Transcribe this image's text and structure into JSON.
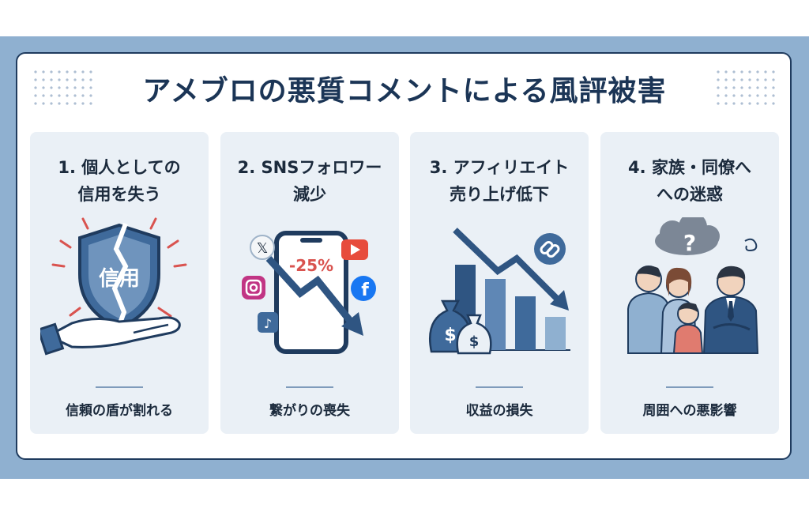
{
  "title": "アメブロの悪質コメントによる風評被害",
  "cards": [
    {
      "title": "1. 個人としての\n信用を失う",
      "shield_text": "信用",
      "caption": "信頼の盾が割れる"
    },
    {
      "title": "2. SNSフォロワー\n減少",
      "percent": "-25%",
      "caption": "繋がりの喪失"
    },
    {
      "title": "3. アフィリエイト\n売り上げ低下",
      "caption": "収益の損失"
    },
    {
      "title": "4. 家族・同僚へ\nへの迷惑",
      "caption": "周囲への悪影響"
    }
  ],
  "colors": {
    "navy": "#1f3b5e",
    "accent": "#3f6a9b",
    "card_bg": "#eaf0f6",
    "band": "#8fb0d0",
    "alert_red": "#d9534f"
  }
}
